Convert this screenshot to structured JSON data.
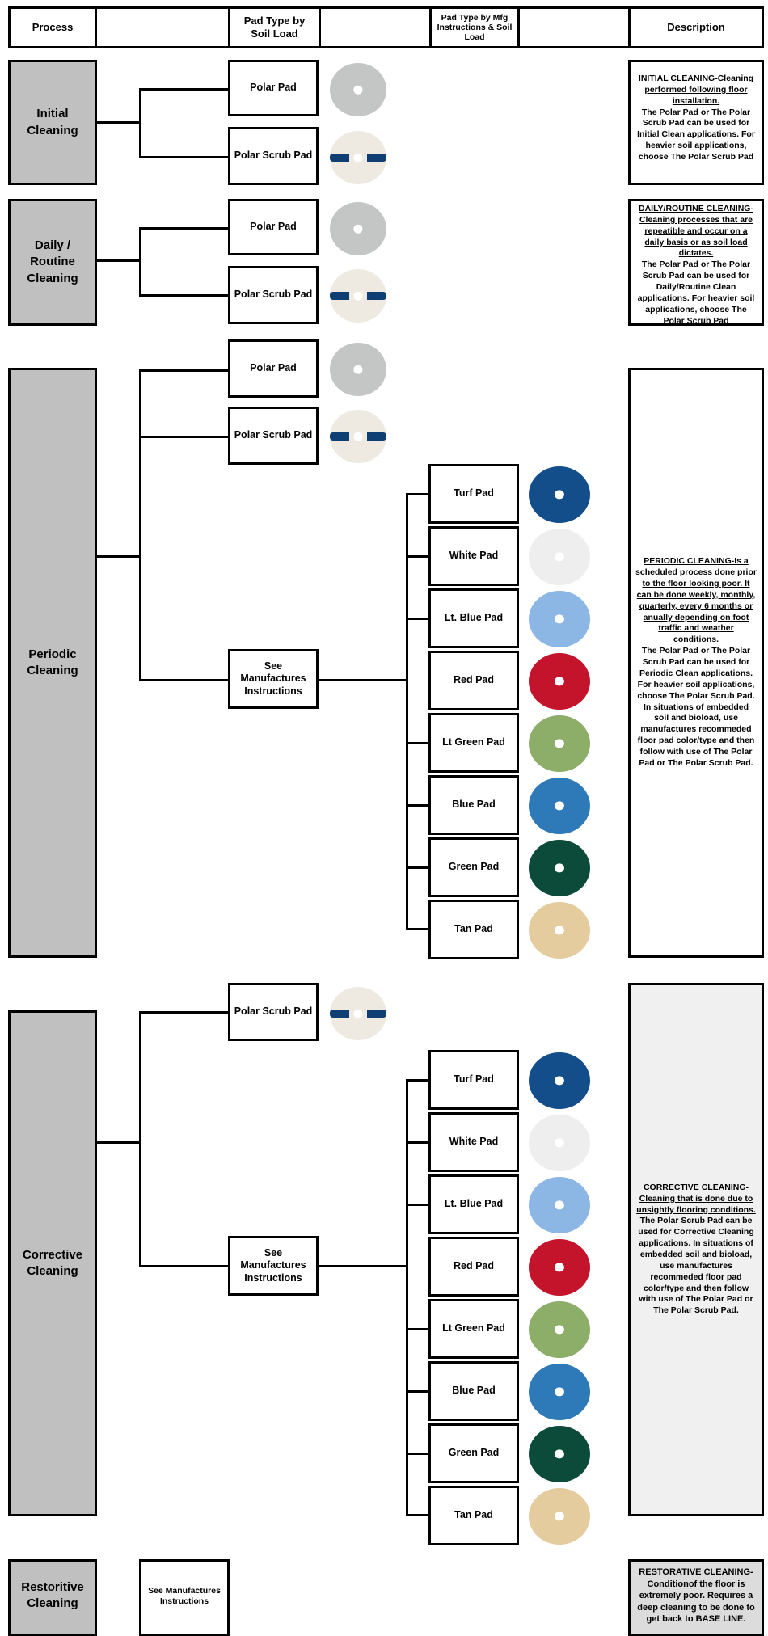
{
  "header": {
    "process": "Process",
    "pad_by_soil": "Pad Type by Soil Load",
    "pad_by_mfg": "Pad Type by Mfg Instructions & Soil Load",
    "description": "Description"
  },
  "sections": {
    "initial": {
      "label": "Initial Cleaning",
      "pads": [
        "Polar Pad",
        "Polar Scrub Pad"
      ],
      "desc_title": "INITIAL CLEANING-Cleaning performed following floor installation.",
      "desc_body": "The Polar Pad or The Polar Scrub Pad can be used for Initial Clean applications.  For heavier soil applications, choose The Polar Scrub Pad"
    },
    "daily": {
      "label": "Daily / Routine Cleaning",
      "pads": [
        "Polar Pad",
        "Polar Scrub Pad"
      ],
      "desc_title": "DAILY/ROUTINE CLEANING-Cleaning processes that are repeatible and occur on a daily basis or as soil load dictates.",
      "desc_body": "The Polar Pad or The Polar Scrub Pad can be used for Daily/Routine Clean applications.  For heavier soil applications, choose The Polar Scrub Pad"
    },
    "periodic": {
      "label": "Periodic Cleaning",
      "pads": [
        "Polar Pad",
        "Polar Scrub Pad",
        "See Manufactures Instructions"
      ],
      "mfg_pads": [
        "Turf Pad",
        "White Pad",
        "Lt. Blue Pad",
        "Red Pad",
        "Lt Green Pad",
        "Blue Pad",
        "Green Pad",
        "Tan Pad"
      ],
      "desc_title": "PERIODIC CLEANING-Is a scheduled process done prior to the floor looking poor.  It can be done weekly, monthly, quarterly, every 6 months or anually depending on foot traffic and weather conditions.",
      "desc_body": "The Polar Pad or The Polar Scrub Pad can be used for Periodic Clean applications.  For heavier soil applications, choose The Polar Scrub Pad.  In situations of embedded soil and bioload, use manufactures recommeded floor pad color/type and then follow with use of The Polar Pad or The Polar Scrub Pad."
    },
    "corrective": {
      "label": "Corrective Cleaning",
      "pads": [
        "Polar Scrub Pad",
        "See Manufactures Instructions"
      ],
      "mfg_pads": [
        "Turf Pad",
        "White Pad",
        "Lt. Blue Pad",
        "Red Pad",
        "Lt Green Pad",
        "Blue Pad",
        "Green Pad",
        "Tan Pad"
      ],
      "desc_title": "CORRECTIVE CLEANING-Cleaning that is done due to unsightly flooring conditions.",
      "desc_body": "The Polar Scrub Pad can be used for Corrective Cleaning applications.   In situations of embedded soil and bioload, use manufactures recommeded floor pad color/type and then follow with use of The Polar Pad or The Polar Scrub Pad."
    },
    "restorative": {
      "label": "Restoritive Cleaning",
      "pad": "See Manufactures Instructions",
      "desc": "RESTORATIVE CLEANING-Conditionof the floor is extremely poor.  Requires a deep cleaning to be done to get back to BASE LINE."
    }
  },
  "colors": {
    "process_fill": "#c0c0c0",
    "polar_pad": "#c4c6c5",
    "scrub_pad": "#eeeae2",
    "scrub_band": "#0f3f72",
    "turf": "#144e8a",
    "white": "#eeeeee",
    "lt_blue": "#8cb6e4",
    "red": "#c4142c",
    "lt_green": "#8cae68",
    "blue": "#2e7ab8",
    "green": "#0c4a3a",
    "tan": "#e4cc9e"
  }
}
